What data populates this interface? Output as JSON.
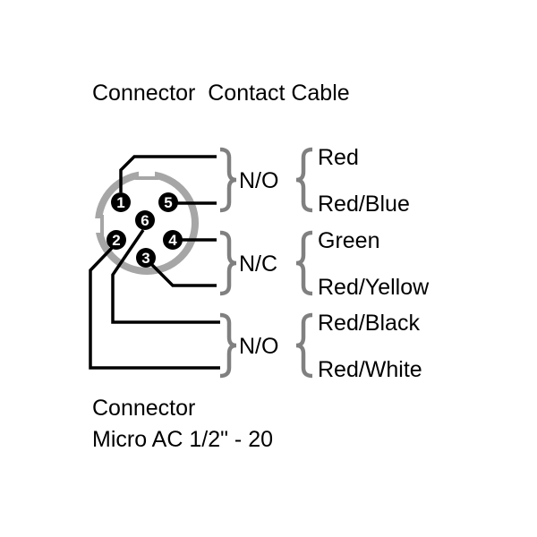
{
  "header": {
    "title": "Connector  Contact Cable"
  },
  "footer": {
    "line1": "Connector",
    "line2": "Micro AC 1/2\" - 20"
  },
  "colors": {
    "wire": "#000000",
    "ring": "#a6a6a6",
    "brace": "#808080",
    "pin_fill": "#000000",
    "pin_text": "#ffffff"
  },
  "pins": [
    {
      "number": "1"
    },
    {
      "number": "5"
    },
    {
      "number": "6"
    },
    {
      "number": "2"
    },
    {
      "number": "4"
    },
    {
      "number": "3"
    }
  ],
  "groups": [
    {
      "contact": "N/O",
      "cables": [
        "Red",
        "Red/Blue"
      ]
    },
    {
      "contact": "N/C",
      "cables": [
        "Green",
        "Red/Yellow"
      ]
    },
    {
      "contact": "N/O",
      "cables": [
        "Red/Black",
        "Red/White"
      ]
    }
  ]
}
